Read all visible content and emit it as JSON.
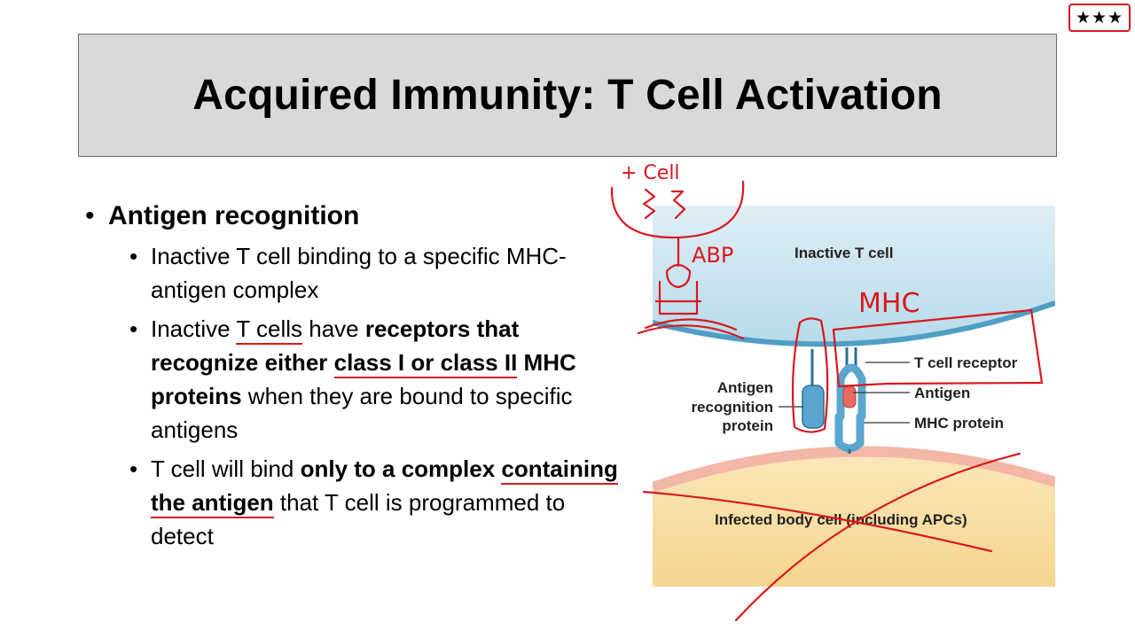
{
  "header": {
    "title": "Acquired Immunity: T Cell Activation",
    "stars": "★★★"
  },
  "bullets": {
    "main": "Antigen recognition",
    "items": [
      {
        "text": "Inactive T cell binding to a specific MHC-antigen complex"
      },
      {
        "p1": "Inactive ",
        "p2": "T cells",
        "p3": " have ",
        "p4": "receptors that recognize either ",
        "p5": "class I or class II",
        "p6": " MHC proteins",
        "p7": " when they are bound to specific antigens"
      },
      {
        "p1": "T cell will bind ",
        "p2": "only to a complex ",
        "p3": "containing the antigen",
        "p4": " that T cell is programmed to detect"
      }
    ]
  },
  "figure": {
    "labels": {
      "inactive_t_cell": "Inactive T cell",
      "t_cell_receptor": "T cell receptor",
      "antigen": "Antigen",
      "mhc_protein": "MHC protein",
      "arp_line1": "Antigen",
      "arp_line2": "recognition",
      "arp_line3": "protein",
      "infected_cell": "Infected body cell (including APCs)"
    },
    "colors": {
      "t_cell_top": "#dfeef6",
      "t_cell_bottom": "#b7dbea",
      "t_cell_membrane": "#4f9fc4",
      "body_cell_membrane": "#f3b7a7",
      "body_cell_fill": "#f8dfa4",
      "protein": "#5aa6cf",
      "antigen": "#e96a5e"
    }
  },
  "annotations": {
    "t_cell": "+ Cell",
    "abp": "ABP",
    "mhc": "MHC",
    "ink_color": "#d9181e"
  }
}
